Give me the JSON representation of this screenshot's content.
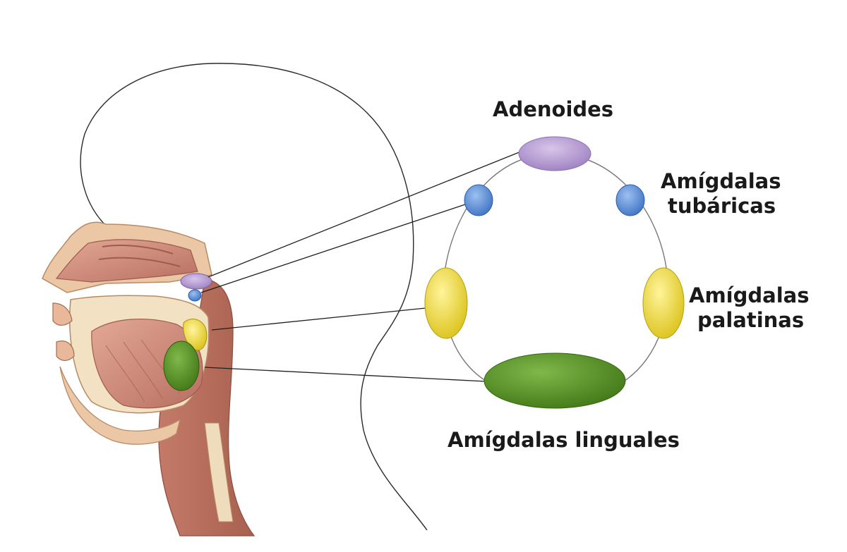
{
  "labels": {
    "adenoides": "Adenoides",
    "tubaricas_line1": "Amígdalas",
    "tubaricas_line2": "tubáricas",
    "palatinas_line1": "Amígdalas",
    "palatinas_line2": "palatinas",
    "linguales": "Amígdalas linguales"
  },
  "colors": {
    "adenoides": "#a98fc9",
    "tubaricas": "#5b8fd6",
    "palatinas": "#e6d21e",
    "linguales": "#4f8a1f",
    "tissue": "#c98271",
    "bone": "#f0dcb4",
    "outline": "#2a2a2a"
  }
}
